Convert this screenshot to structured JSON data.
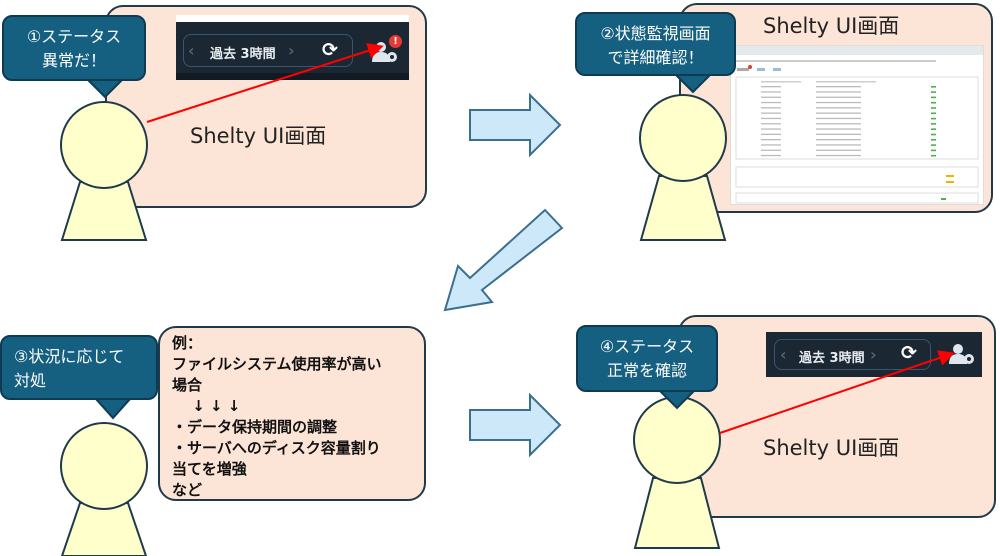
{
  "colors": {
    "panel": "#fce4d6",
    "bubble": "#155f80",
    "person": "#ffffcc",
    "arrow": "#cde8f8",
    "pointer": "#ff0000",
    "toolbar": "#1b2733",
    "alert": "#e53935"
  },
  "step1": {
    "bubble": "①ステータス\n異常だ！",
    "screen_label": "Shelty UI画面",
    "toolbar": {
      "range": "過去 3時間"
    },
    "icons": [
      "chevron-left",
      "refresh",
      "user-gear",
      "alert-badge"
    ],
    "badge": "!"
  },
  "step2": {
    "bubble": "②状態監視画面\nで詳細確認！",
    "screen_label": "Shelty UI画面"
  },
  "step3": {
    "bubble": "③状況に応じて\n対処",
    "note": "例：\nファイルシステム使用率が高い\n場合\n　 ↓ ↓ ↓\n・データ保持期間の調整\n・サーバへのディスク容量割り\n当てを増強\nなど"
  },
  "step4": {
    "bubble": "④ステータス\n正常を確認",
    "screen_label": "Shelty UI画面",
    "toolbar": {
      "range": "過去 3時間"
    }
  }
}
